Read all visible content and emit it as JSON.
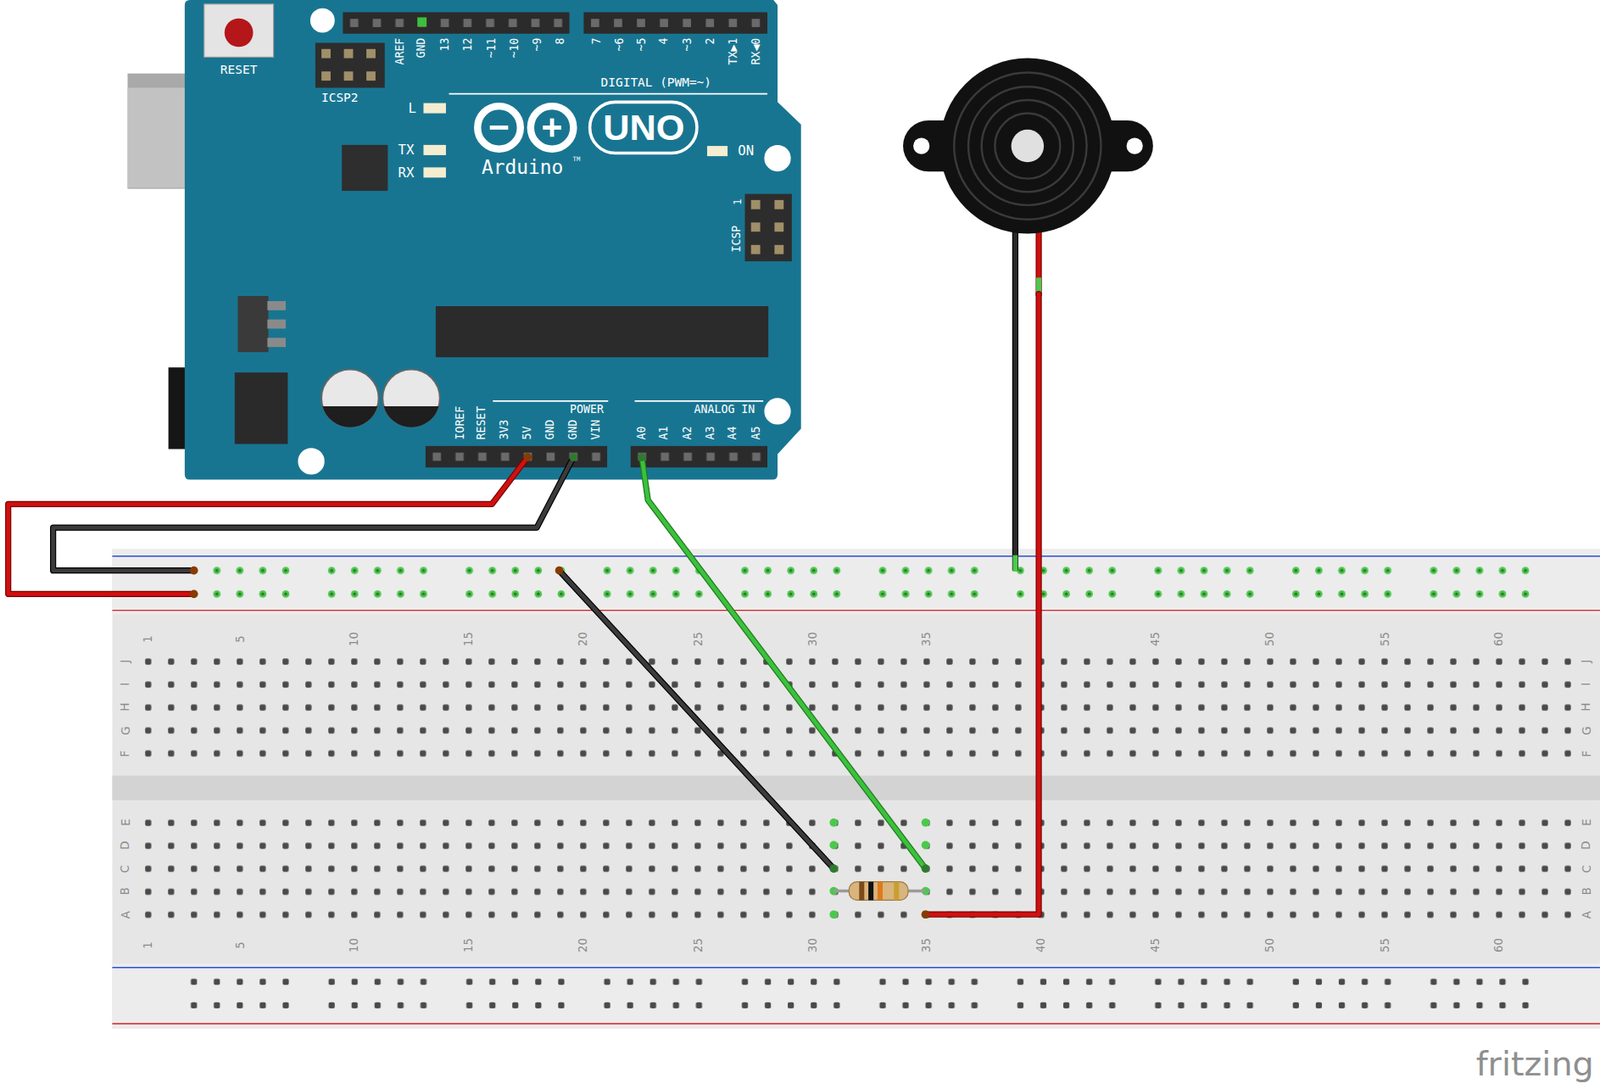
{
  "diagram": {
    "labels": [
      "RESET",
      "ICSP2",
      "AREF",
      "GND",
      "13",
      "12",
      "~11",
      "~10",
      "~9",
      "8",
      "7",
      "~6",
      "~5",
      "4",
      "~3",
      "2",
      "TX▶1",
      "RX◀0",
      "DIGITAL (PWM=~)",
      "L",
      "UNO",
      "Arduino",
      "TM",
      "TX",
      "RX",
      "ON",
      "1",
      "ICSP",
      "IOREF",
      "RESET",
      "3V3",
      "5V",
      "GND",
      "GND",
      "VIN",
      "POWER",
      "A0",
      "A1",
      "A2",
      "A3",
      "A4",
      "A5",
      "ANALOG IN",
      "1",
      "5",
      "10",
      "15",
      "20",
      "25",
      "30",
      "35",
      "45",
      "50",
      "55",
      "60",
      "1",
      "5",
      "10",
      "15",
      "20",
      "25",
      "30",
      "35",
      "40",
      "45",
      "50",
      "55",
      "60",
      "J",
      "I",
      "H",
      "G",
      "F",
      "E",
      "D",
      "C",
      "B",
      "A",
      "J",
      "I",
      "H",
      "G",
      "F",
      "E",
      "D",
      "C",
      "B",
      "A",
      "fritzing"
    ]
  }
}
